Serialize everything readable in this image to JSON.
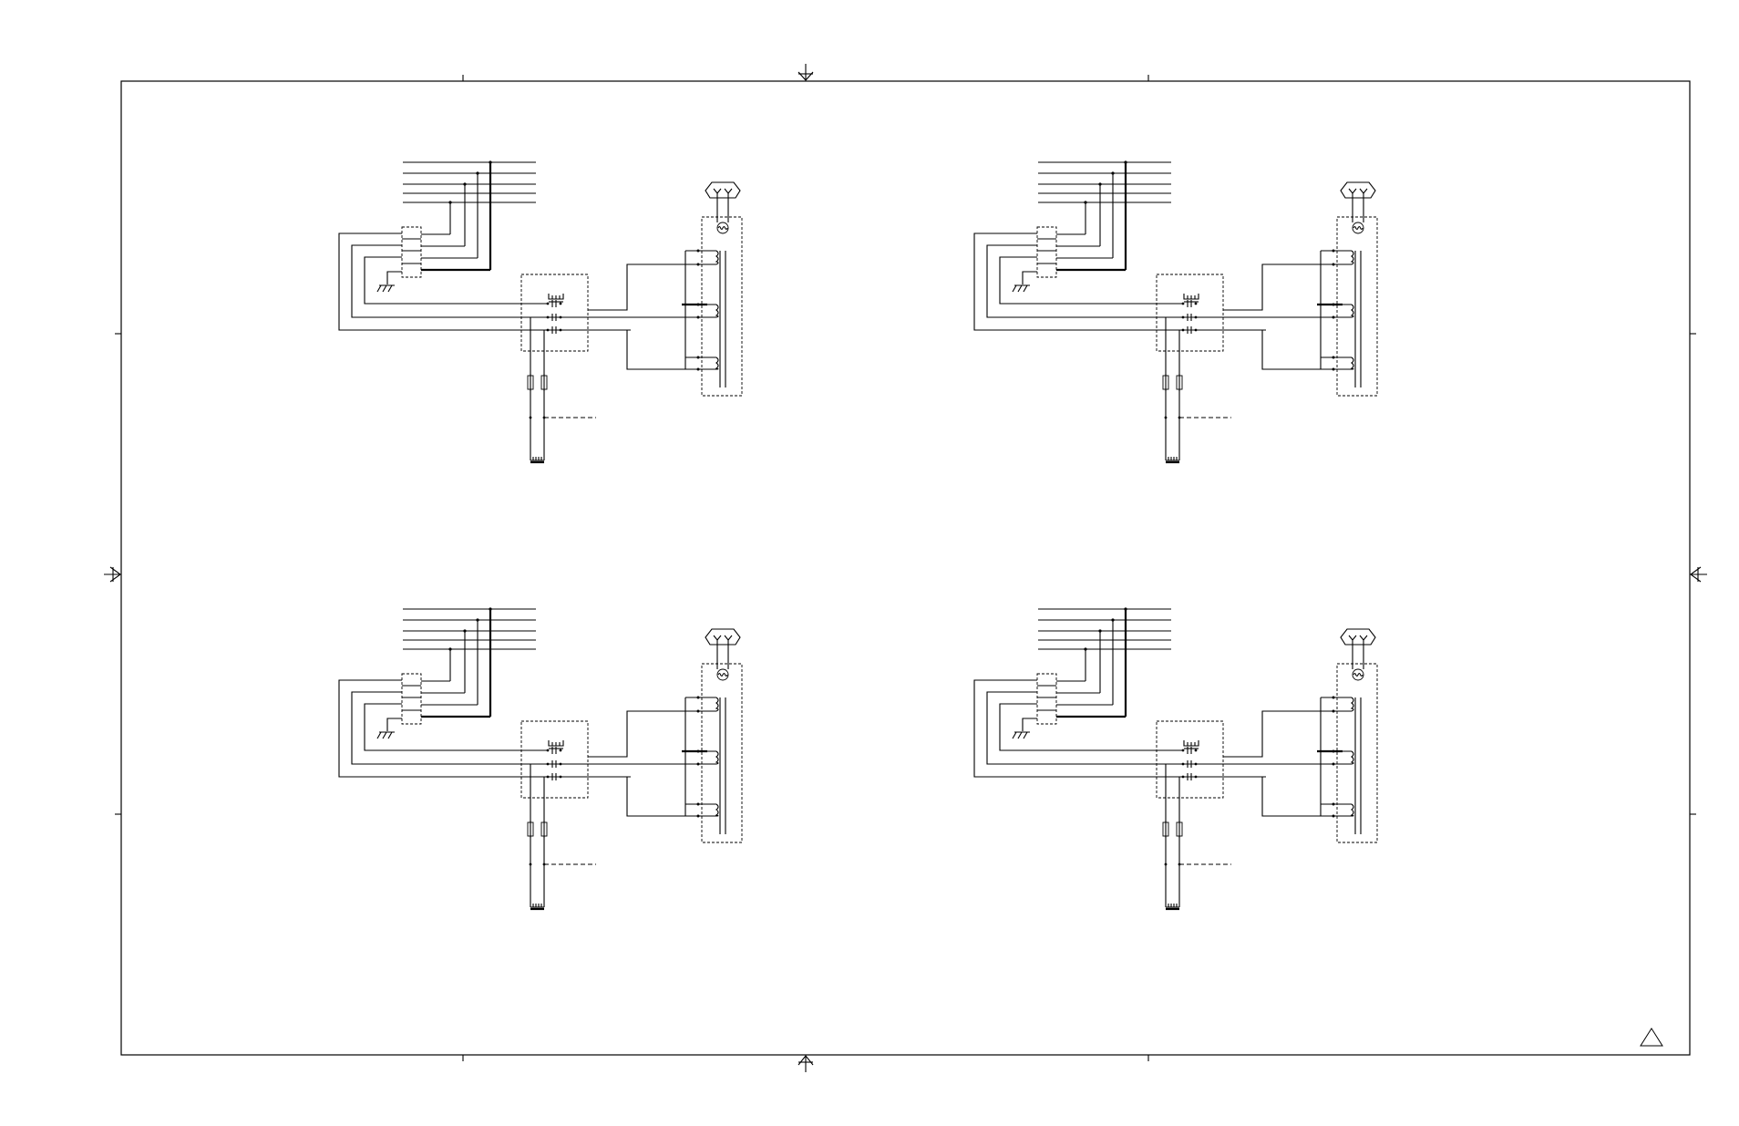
{
  "sheet": {
    "title": "",
    "revision_symbol": "triangle-revision-icon"
  },
  "schematics": [
    {
      "id": "top-left"
    },
    {
      "id": "top-right"
    },
    {
      "id": "bottom-left"
    },
    {
      "id": "bottom-right"
    }
  ],
  "symbols": {
    "connector_top": "connector-plug-icon",
    "motor": "motor-icon",
    "ground": "chassis-ground-icon",
    "fuse": "fuse-icon",
    "capacitor": "capacitor-icon",
    "frame_marker": "center-arrow-icon"
  }
}
